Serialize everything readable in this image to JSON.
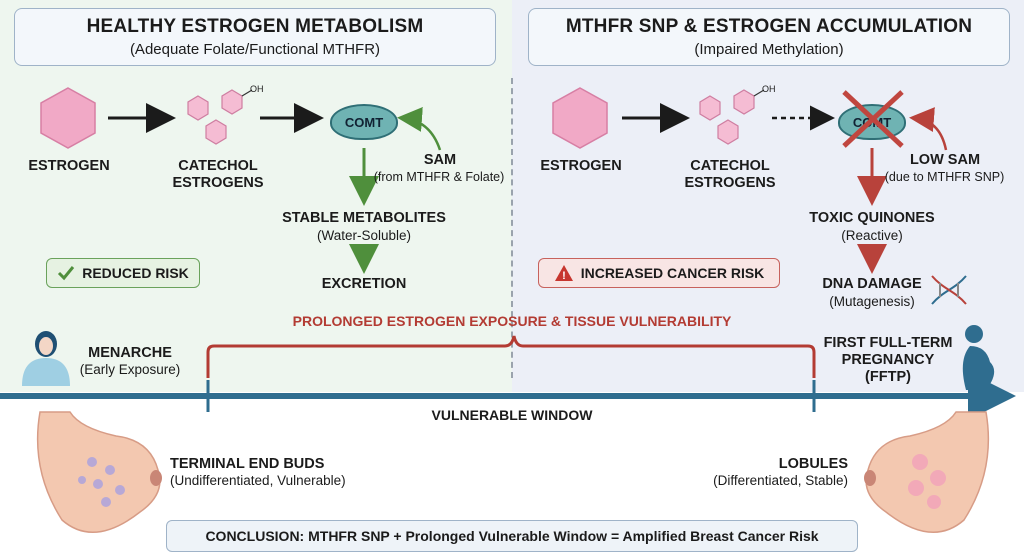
{
  "left": {
    "title": "HEALTHY ESTROGEN METABOLISM",
    "subtitle": "(Adequate Folate/Functional MTHFR)",
    "estrogen_label": "ESTROGEN",
    "catechol_label_1": "CATECHOL",
    "catechol_label_2": "ESTROGENS",
    "oh_label": "OH",
    "comt_label": "COMT",
    "sam_label": "SAM",
    "sam_sub": "(from MTHFR & Folate)",
    "metabolites_label": "STABLE METABOLITES",
    "metabolites_sub": "(Water-Soluble)",
    "excretion_label": "EXCRETION",
    "risk_label": "REDUCED RISK"
  },
  "right": {
    "title": "MTHFR SNP & ESTROGEN ACCUMULATION",
    "subtitle": "(Impaired Methylation)",
    "estrogen_label": "ESTROGEN",
    "catechol_label_1": "CATECHOL",
    "catechol_label_2": "ESTROGENS",
    "oh_label": "OH",
    "comt_label": "COMT",
    "low_sam_label": "LOW SAM",
    "low_sam_sub": "(due to MTHFR SNP)",
    "quinones_label": "TOXIC QUINONES",
    "quinones_sub": "(Reactive)",
    "dna_label": "DNA DAMAGE",
    "dna_sub": "(Mutagenesis)",
    "risk_label": "INCREASED CANCER RISK"
  },
  "timeline": {
    "bracket_label": "PROLONGED ESTROGEN EXPOSURE & TISSUE VULNERABILITY",
    "menarche_label": "MENARCHE",
    "menarche_sub": "(Early Exposure)",
    "fftp_label_1": "FIRST FULL-TERM",
    "fftp_label_2": "PREGNANCY",
    "fftp_label_3": "(FFTP)",
    "window_label": "VULNERABLE WINDOW"
  },
  "tissue": {
    "teb_label": "TERMINAL END BUDS",
    "teb_sub": "(Undifferentiated, Vulnerable)",
    "lobules_label": "LOBULES",
    "lobules_sub": "(Differentiated, Stable)"
  },
  "conclusion": "CONCLUSION: MTHFR SNP + Prolonged Vulnerable Window = Amplified Breast Cancer Risk",
  "colors": {
    "green_arrow": "#4f8f3c",
    "red_arrow": "#b8423b",
    "timeline": "#2f6d8f",
    "hexagon": "#f1a9c6"
  }
}
